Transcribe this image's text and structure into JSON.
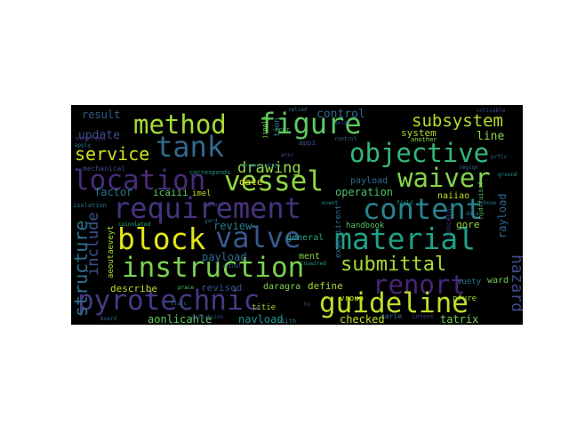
{
  "words": [
    {
      "text": "method",
      "color": "#a5db36"
    },
    {
      "text": "figure",
      "color": "#5ec962"
    },
    {
      "text": "subsystem",
      "color": "#b5de2b"
    },
    {
      "text": "tank",
      "color": "#31688e"
    },
    {
      "text": "objective",
      "color": "#35b779"
    },
    {
      "text": "service",
      "color": "#d2e21b"
    },
    {
      "text": "location",
      "color": "#472c7a"
    },
    {
      "text": "vessel",
      "color": "#90d743"
    },
    {
      "text": "waiver",
      "color": "#84d44b"
    },
    {
      "text": "requirement",
      "color": "#46327e"
    },
    {
      "text": "content",
      "color": "#26828e"
    },
    {
      "text": "block",
      "color": "#e5e419"
    },
    {
      "text": "valve",
      "color": "#38598c"
    },
    {
      "text": "material",
      "color": "#1fa187"
    },
    {
      "text": "instruction",
      "color": "#7ad151"
    },
    {
      "text": "submittal",
      "color": "#a8db34"
    },
    {
      "text": "renort",
      "color": "#482576"
    },
    {
      "text": "pyrotechnic",
      "color": "#443983"
    },
    {
      "text": "guideline",
      "color": "#bddf26"
    },
    {
      "text": "hazard",
      "color": "#3e4989"
    },
    {
      "text": "structure",
      "color": "#2c728e"
    },
    {
      "text": "include",
      "color": "#39568c"
    },
    {
      "text": "drawing",
      "color": "#95d840"
    },
    {
      "text": "result",
      "color": "#355f8d"
    },
    {
      "text": "update",
      "color": "#3b528b"
    },
    {
      "text": "control",
      "color": "#31688e"
    },
    {
      "text": "system",
      "color": "#addc30"
    },
    {
      "text": "line",
      "color": "#8fd744"
    },
    {
      "text": "date",
      "color": "#d8e219"
    },
    {
      "text": "factor",
      "color": "#2a788e"
    },
    {
      "text": "icaiii",
      "color": "#5ec962"
    },
    {
      "text": "imel",
      "color": "#b8de29"
    },
    {
      "text": "operation",
      "color": "#4ac16d"
    },
    {
      "text": "payload",
      "color": "#2e6f8e"
    },
    {
      "text": "naiiao",
      "color": "#c2df23"
    },
    {
      "text": "review",
      "color": "#287c8e"
    },
    {
      "text": "describe",
      "color": "#b5de2b"
    },
    {
      "text": "revised",
      "color": "#3d4e8a"
    },
    {
      "text": "daragra",
      "color": "#7fd34e"
    },
    {
      "text": "define",
      "color": "#a0da39"
    },
    {
      "text": "ment",
      "color": "#86d549"
    },
    {
      "text": "general",
      "color": "#22a884"
    },
    {
      "text": "handbook",
      "color": "#54c568"
    },
    {
      "text": "concern",
      "color": "#453781"
    },
    {
      "text": "gore",
      "color": "#9dd93b"
    },
    {
      "text": "suety",
      "color": "#2a788e"
    },
    {
      "text": "ward",
      "color": "#6ece58"
    },
    {
      "text": "rayload",
      "color": "#33638d"
    },
    {
      "text": "aonlicahle",
      "color": "#5ec962"
    },
    {
      "text": "navload",
      "color": "#1f988b"
    },
    {
      "text": "checked",
      "color": "#bddf26"
    },
    {
      "text": "pfure",
      "color": "#9dd93b"
    },
    {
      "text": "tatrix",
      "color": "#73d056"
    },
    {
      "text": "vroup",
      "color": "#cde11d"
    },
    {
      "text": "titie",
      "color": "#a0da39"
    },
    {
      "text": "narie",
      "color": "#2d708e"
    },
    {
      "text": "mechanical",
      "color": "#3e4989"
    },
    {
      "text": "modified",
      "color": "#482475"
    },
    {
      "text": "corresponds",
      "color": "#1f9a8a"
    },
    {
      "text": "organization",
      "color": "#277f8e"
    },
    {
      "text": "experiirent",
      "color": "#31688e"
    },
    {
      "text": "aeoutaeveyt",
      "color": "#b5de2b"
    },
    {
      "text": "coinnletod",
      "color": "#35b779"
    },
    {
      "text": "isolation",
      "color": "#2d708e"
    },
    {
      "text": "another",
      "color": "#90d743"
    },
    {
      "text": "appi",
      "color": "#3b528b"
    },
    {
      "text": "tion",
      "color": "#2a788e"
    },
    {
      "text": "fror",
      "color": "#4ac16d"
    },
    {
      "text": "hydrfuiscf",
      "color": "#5ec962"
    },
    {
      "text": "intent",
      "color": "#433e85"
    },
    {
      "text": "hiith",
      "color": "#2c728e"
    },
    {
      "text": "propulsion",
      "color": "#3b528b"
    },
    {
      "text": "board",
      "color": "#2f6c8e"
    },
    {
      "text": "chnse",
      "color": "#25838e"
    },
    {
      "text": "jingle",
      "color": "#7ad151"
    },
    {
      "text": "apply",
      "color": "#287c8e"
    },
    {
      "text": "relied",
      "color": "#2e6f8e"
    },
    {
      "text": "nnlicable",
      "color": "#3e4c8a"
    },
    {
      "text": "regiqn",
      "color": "#2f6b8e"
    },
    {
      "text": "gard",
      "color": "#32658e"
    },
    {
      "text": "actual",
      "color": "#38598c"
    },
    {
      "text": "inuwired",
      "color": "#1fa187"
    },
    {
      "text": "prace",
      "color": "#4cc26c"
    },
    {
      "text": "prfic",
      "color": "#30698e"
    },
    {
      "text": "arer",
      "color": "#3b528b"
    },
    {
      "text": "exist",
      "color": "#355e8d"
    },
    {
      "text": "data",
      "color": "#2a788e"
    },
    {
      "text": "nature",
      "color": "#3f4889"
    },
    {
      "text": "event",
      "color": "#24868e"
    },
    {
      "text": "field",
      "color": "#1e9b8a"
    },
    {
      "text": "rnntrnl",
      "color": "#32658e"
    },
    {
      "text": "hn",
      "color": "#3d4e8a"
    },
    {
      "text": "ground",
      "color": "#21918c"
    },
    {
      "text": "tiutc",
      "color": "#2c738e"
    }
  ]
}
